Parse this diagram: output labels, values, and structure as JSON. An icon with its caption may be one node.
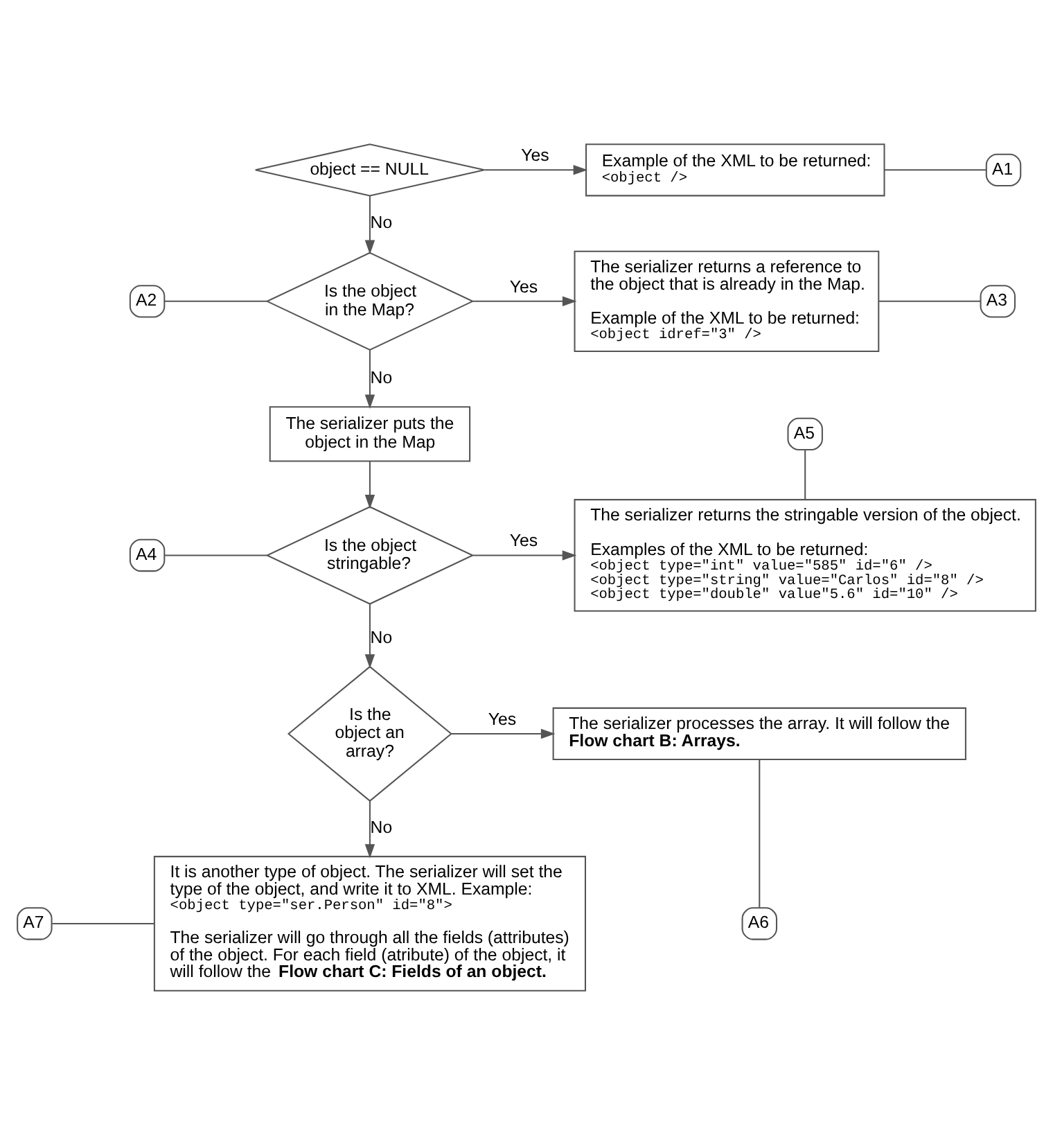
{
  "diagram": {
    "nodes": [
      {
        "text": [
          "object == NULL"
        ]
      },
      {
        "text": [
          "Example of the XML to be returned:",
          "<object />"
        ]
      },
      {
        "text": [
          "A1"
        ]
      },
      {
        "text": [
          "A2"
        ]
      },
      {
        "text": [
          "Is the object in the Map?"
        ]
      },
      {
        "text": [
          "The serializer returns a reference to the object that is already in the Map.",
          "Example of the XML to be returned:",
          "<object idref=\"3\" />"
        ]
      },
      {
        "text": [
          "A3"
        ]
      },
      {
        "text": [
          "The serializer puts the object in the Map"
        ]
      },
      {
        "text": [
          "A5"
        ]
      },
      {
        "text": [
          "A4"
        ]
      },
      {
        "text": [
          "Is the object stringable?"
        ]
      },
      {
        "text": [
          "The serializer returns the stringable version of the object.",
          "Examples of the XML to be returned:",
          "<object type=\"int\" value=\"585\" id=\"6\" />",
          "<object type=\"string\" value=\"Carlos\" id=\"8\" />",
          "<object type=\"double\" value\"5.6\" id=\"10\" />"
        ]
      },
      {
        "text": [
          "Is the object an array?"
        ]
      },
      {
        "text": [
          "The serializer processes the array. It will follow the **Flow chart B: Arrays.**"
        ]
      },
      {
        "text": [
          "A6"
        ]
      },
      {
        "text": [
          "A7"
        ]
      },
      {
        "text": [
          "It is another type of object. The serializer will set the type of the object, and write it to XML. Example:",
          "<object type=\"ser.Person\" id=\"8\">",
          "The serializer will go through all the fields (attributes) of the object. For each field (atribute) of the object, it will follow the **Flow chart C: Fields of an object.**"
        ]
      }
    ],
    "edges": [
      {
        "from": 0,
        "to": 1,
        "arrow": "to",
        "label": "Yes"
      },
      {
        "from": 1,
        "to": 2,
        "arrow": "none"
      },
      {
        "from": 0,
        "to": 4,
        "arrow": "to",
        "label": "No"
      },
      {
        "from": 3,
        "to": 4,
        "arrow": "none"
      },
      {
        "from": 4,
        "to": 5,
        "arrow": "to",
        "label": "Yes"
      },
      {
        "from": 5,
        "to": 6,
        "arrow": "none"
      },
      {
        "from": 4,
        "to": 7,
        "arrow": "to",
        "label": "No"
      },
      {
        "from": 7,
        "to": 10,
        "arrow": "to"
      },
      {
        "from": 8,
        "to": 11,
        "arrow": "none"
      },
      {
        "from": 9,
        "to": 10,
        "arrow": "none"
      },
      {
        "from": 10,
        "to": 11,
        "arrow": "to",
        "label": "Yes"
      },
      {
        "from": 10,
        "to": 12,
        "arrow": "to",
        "label": "No"
      },
      {
        "from": 12,
        "to": 13,
        "arrow": "to",
        "label": "Yes"
      },
      {
        "from": 13,
        "to": 14,
        "arrow": "none"
      },
      {
        "from": 12,
        "to": 16,
        "arrow": "to",
        "label": "No"
      },
      {
        "from": 15,
        "to": 16,
        "arrow": "none"
      }
    ]
  }
}
